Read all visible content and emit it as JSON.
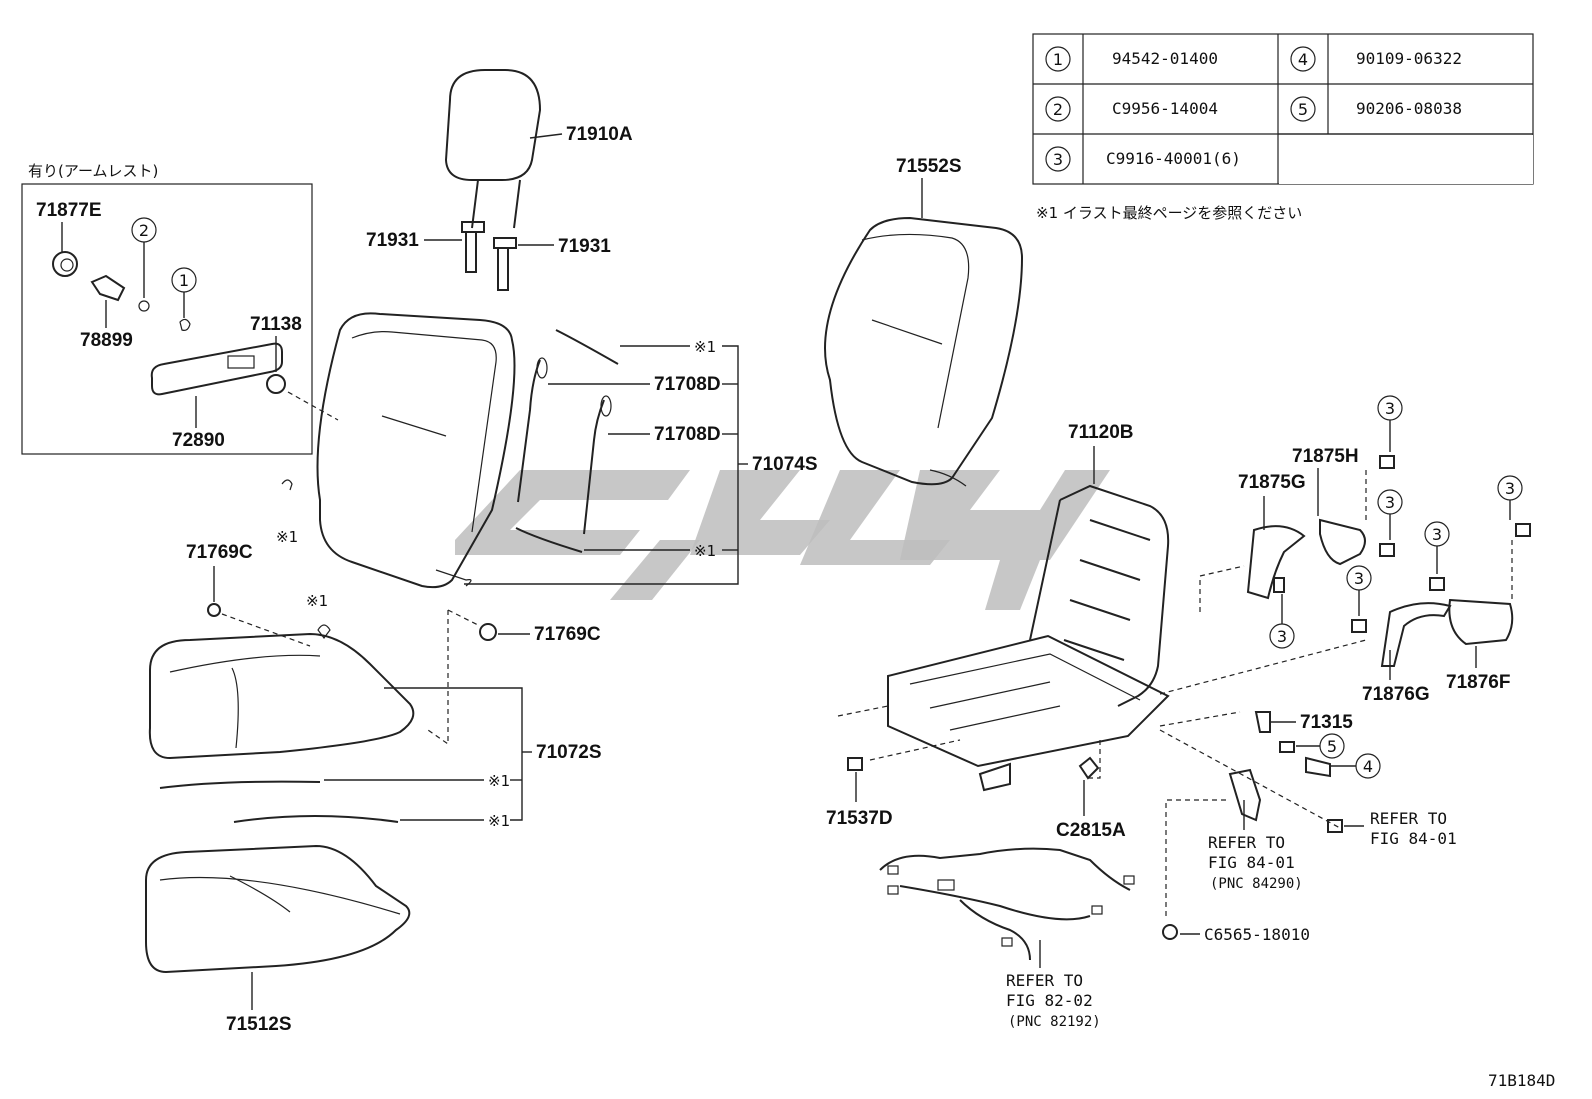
{
  "options_box": {
    "title": "有り(アームレスト)",
    "parts": [
      "71877E",
      "78899",
      "71138",
      "72890"
    ],
    "callouts": [
      "2",
      "1"
    ]
  },
  "part_labels": {
    "headrest": "71910A",
    "headrest_guide_left": "71931",
    "headrest_guide_right": "71931",
    "back_cover": "71552S",
    "back_pad_assy": "71074S",
    "back_wire_a": "71708D",
    "back_wire_b": "71708D",
    "clip_left": "71769C",
    "clip_mid": "71769C",
    "cushion_cover_assy": "71072S",
    "cushion_pad": "71512S",
    "frame": "71120B",
    "shield_inner_h": "71875H",
    "shield_inner_g": "71875G",
    "shield_outer_g": "71876G",
    "shield_outer_f": "71876F",
    "bracket": "71315",
    "cap": "71537D",
    "clip_frame": "C2815A",
    "wire_clamp": "C6565-18010"
  },
  "note_marks": {
    "m1": "※1",
    "m2": "※1",
    "m3": "※1",
    "m4": "※1",
    "m5": "※1",
    "m6": "※1",
    "m7": "※1"
  },
  "callout_numbers": {
    "c3a": "3",
    "c3b": "3",
    "c3c": "3",
    "c3d": "3",
    "c3e": "3",
    "c3f": "3",
    "c3g": "3",
    "c4": "4",
    "c5": "5"
  },
  "references": {
    "ref1": {
      "line1": "REFER TO",
      "line2": "FIG 84-01",
      "line3": "(PNC 84290)"
    },
    "ref2": {
      "line1": "REFER TO",
      "line2": "FIG 84-01"
    },
    "ref3": {
      "line1": "REFER TO",
      "line2": "FIG 82-02",
      "line3": "(PNC 82192)"
    }
  },
  "fastener_table": [
    {
      "num": "1",
      "pn": "94542-01400"
    },
    {
      "num": "2",
      "pn": "C9956-14004"
    },
    {
      "num": "3",
      "pn": "C9916-40001(6)"
    },
    {
      "num": "4",
      "pn": "90109-06322"
    },
    {
      "num": "5",
      "pn": "90206-08038"
    }
  ],
  "footnote": "※1 イラスト最終ページを参照ください",
  "figure_id": "71B184D"
}
